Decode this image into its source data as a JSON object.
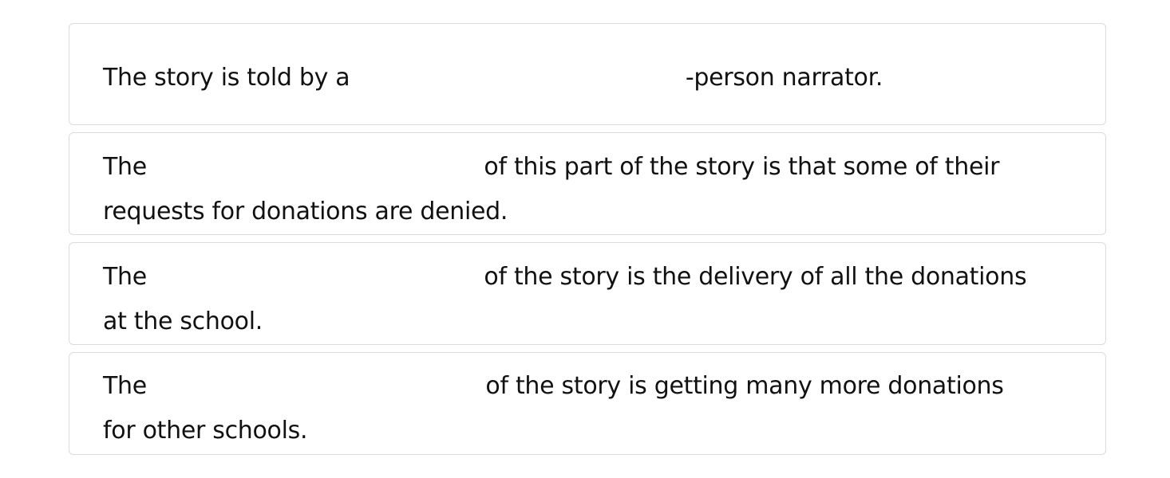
{
  "items": [
    {
      "before": "The story is told by a",
      "after": "-person narrator.",
      "continuation": ""
    },
    {
      "before": "The",
      "after": "of this part of the story is that some of their",
      "continuation": "requests for donations are denied."
    },
    {
      "before": "The",
      "after": "of the story is the delivery of all the donations",
      "continuation": "at the school."
    },
    {
      "before": "The",
      "after": "of the story is getting many more donations",
      "continuation": "for other schools."
    }
  ]
}
